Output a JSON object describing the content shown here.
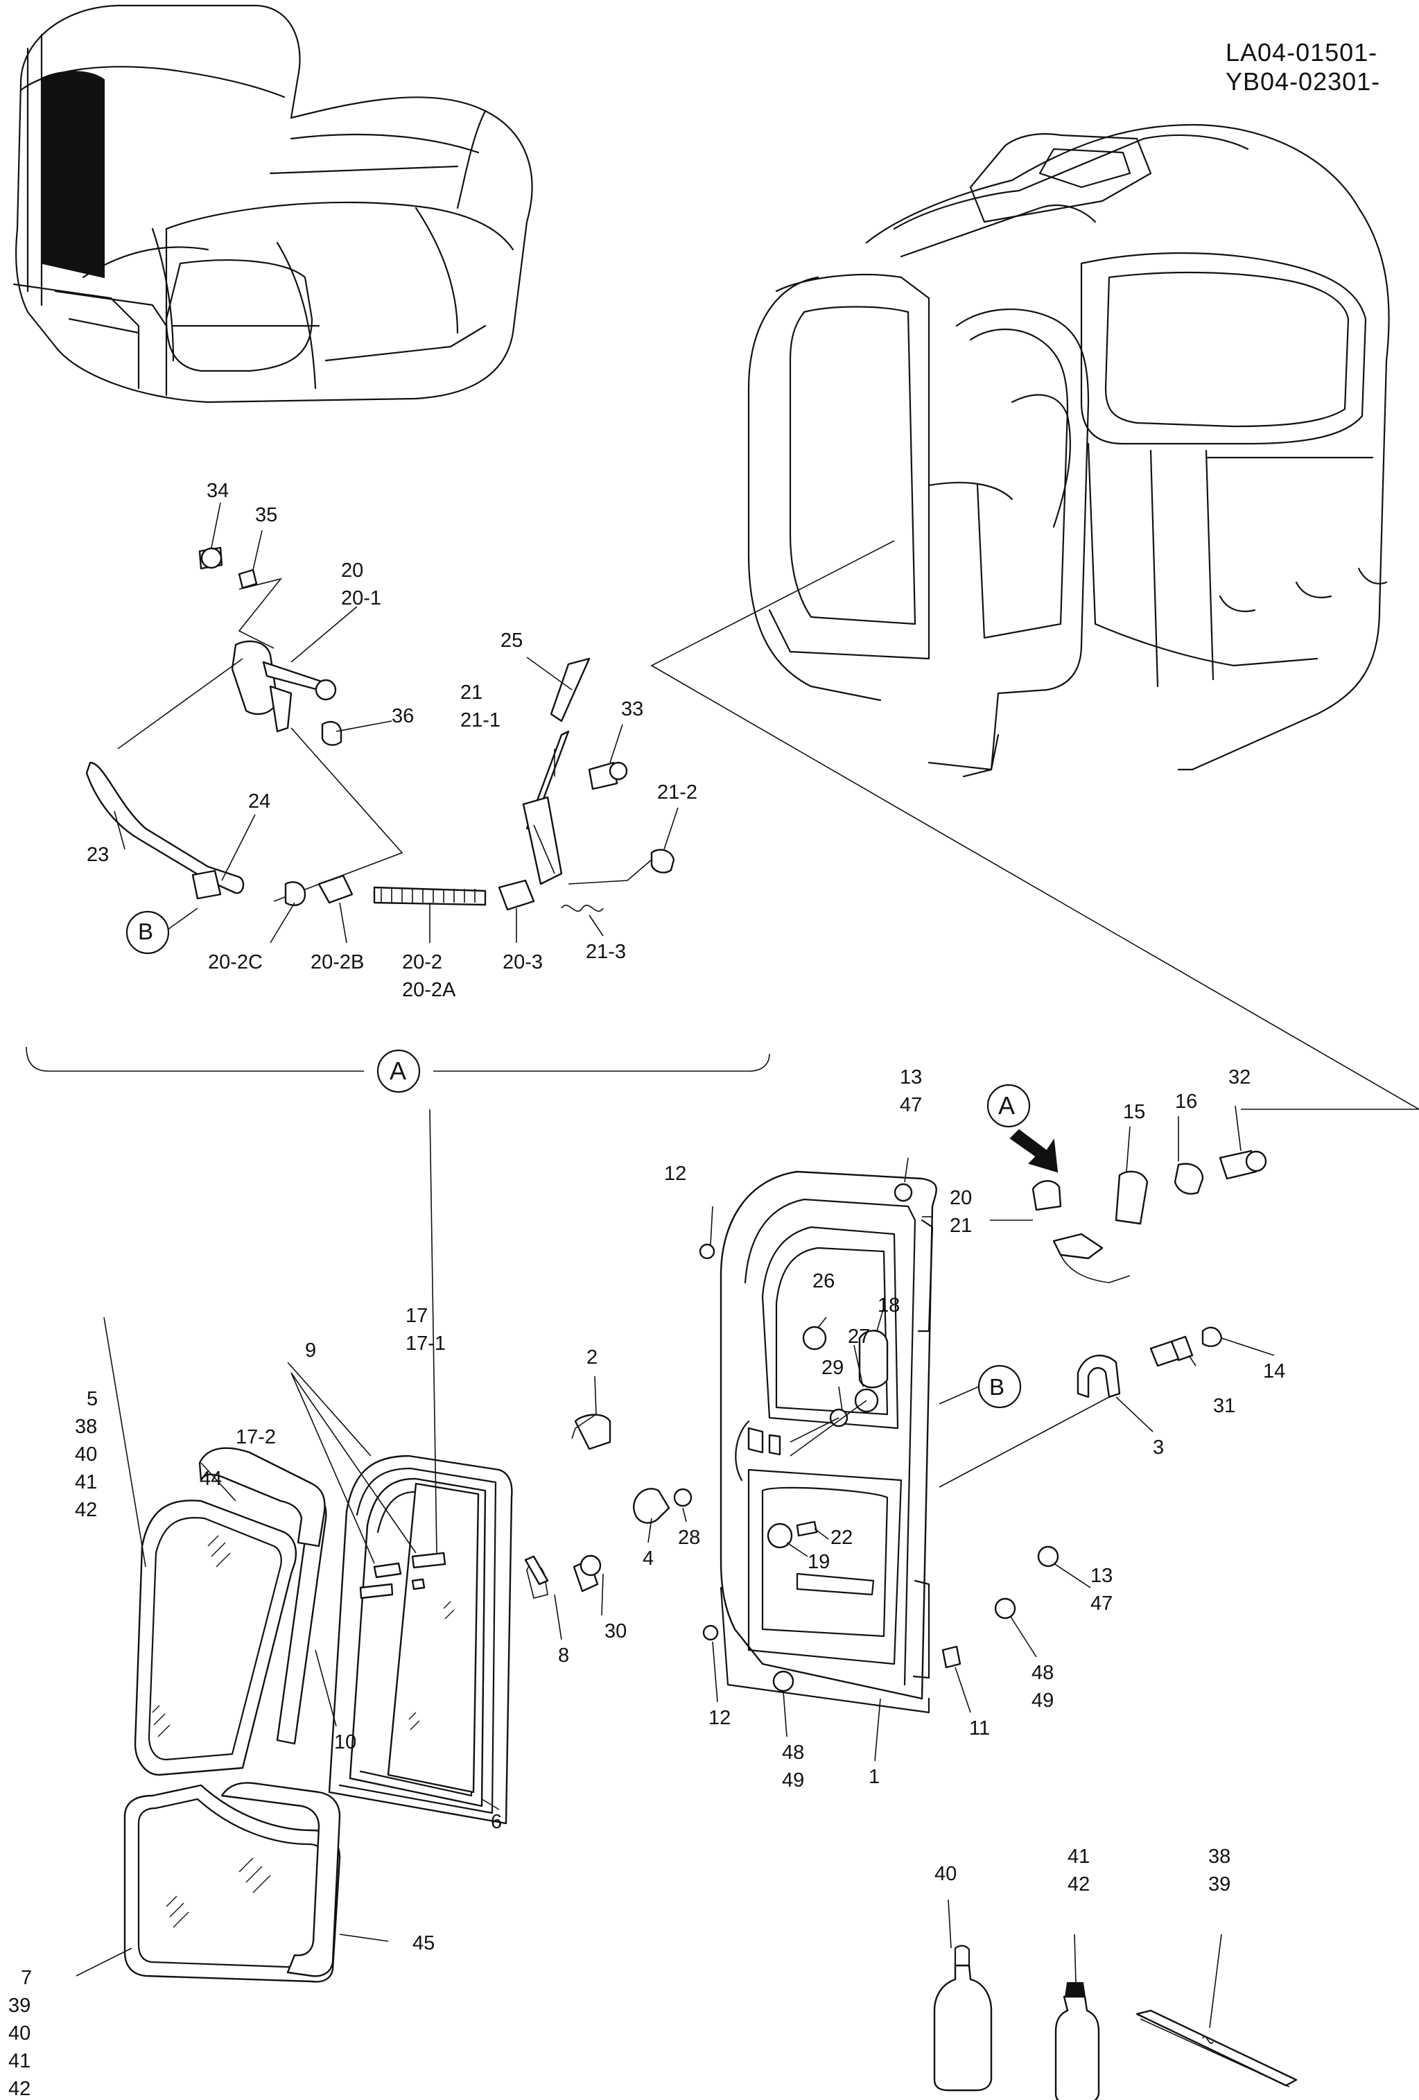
{
  "header": {
    "serial_ranges": [
      "LA04-01501-",
      "YB04-02301-"
    ]
  },
  "detail_labels": {
    "detail_a": "A",
    "detail_b": "B"
  },
  "callouts": {
    "c34": "34",
    "c35": "35",
    "c20a": "20",
    "c20_1": "20-1",
    "c36": "36",
    "c25": "25",
    "c21": "21",
    "c21_1": "21-1",
    "c33": "33",
    "c21_2": "21-2",
    "c23": "23",
    "c24": "24",
    "c20_2c": "20-2C",
    "c20_2b": "20-2B",
    "c20_2": "20-2",
    "c20_2a": "20-2A",
    "c20_3": "20-3",
    "c21_3": "21-3",
    "c13a": "13",
    "c47a": "47",
    "c12a": "12",
    "c15": "15",
    "c16": "16",
    "c32": "32",
    "c20b": "20",
    "c21b": "21",
    "c26": "26",
    "c18": "18",
    "c27": "27",
    "c29": "29",
    "c2": "2",
    "c14": "14",
    "c31": "31",
    "c3": "3",
    "c28": "28",
    "c4": "4",
    "c22": "22",
    "c19": "19",
    "c13b": "13",
    "c47b": "47",
    "c48a": "48",
    "c49a": "49",
    "c12b": "12",
    "c11": "11",
    "c48b": "48",
    "c49b": "49",
    "c1": "1",
    "c17": "17",
    "c17_1": "17-1",
    "c9": "9",
    "c17_2": "17-2",
    "c44": "44",
    "c5": "5",
    "c38a": "38",
    "c40a": "40",
    "c41a": "41",
    "c42a": "42",
    "c8": "8",
    "c30": "30",
    "c10": "10",
    "c6": "6",
    "c45": "45",
    "c7": "7",
    "c39b": "39",
    "c40b": "40",
    "c41b": "41",
    "c42b": "42",
    "c40c": "40",
    "c41c": "41",
    "c42c": "42",
    "c38c": "38",
    "c39c": "39"
  }
}
